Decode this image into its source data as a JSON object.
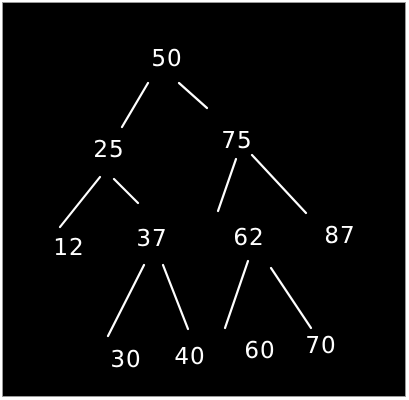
{
  "diagram": {
    "type": "binary-search-tree",
    "background_color": "#000000",
    "ink_color": "#ffffff",
    "nodes": [
      {
        "id": "n50",
        "label": "50"
      },
      {
        "id": "n25",
        "label": "25"
      },
      {
        "id": "n75",
        "label": "75"
      },
      {
        "id": "n12",
        "label": "12"
      },
      {
        "id": "n37",
        "label": "37"
      },
      {
        "id": "n62",
        "label": "62"
      },
      {
        "id": "n87",
        "label": "87"
      },
      {
        "id": "n30",
        "label": "30"
      },
      {
        "id": "n40",
        "label": "40"
      },
      {
        "id": "n60",
        "label": "60"
      },
      {
        "id": "n70",
        "label": "70"
      }
    ],
    "edges": [
      {
        "from": "n50",
        "to": "n25"
      },
      {
        "from": "n50",
        "to": "n75"
      },
      {
        "from": "n25",
        "to": "n12"
      },
      {
        "from": "n25",
        "to": "n37"
      },
      {
        "from": "n75",
        "to": "n62"
      },
      {
        "from": "n75",
        "to": "n87"
      },
      {
        "from": "n37",
        "to": "n30"
      },
      {
        "from": "n37",
        "to": "n40"
      },
      {
        "from": "n62",
        "to": "n60"
      },
      {
        "from": "n62",
        "to": "n70"
      }
    ]
  }
}
